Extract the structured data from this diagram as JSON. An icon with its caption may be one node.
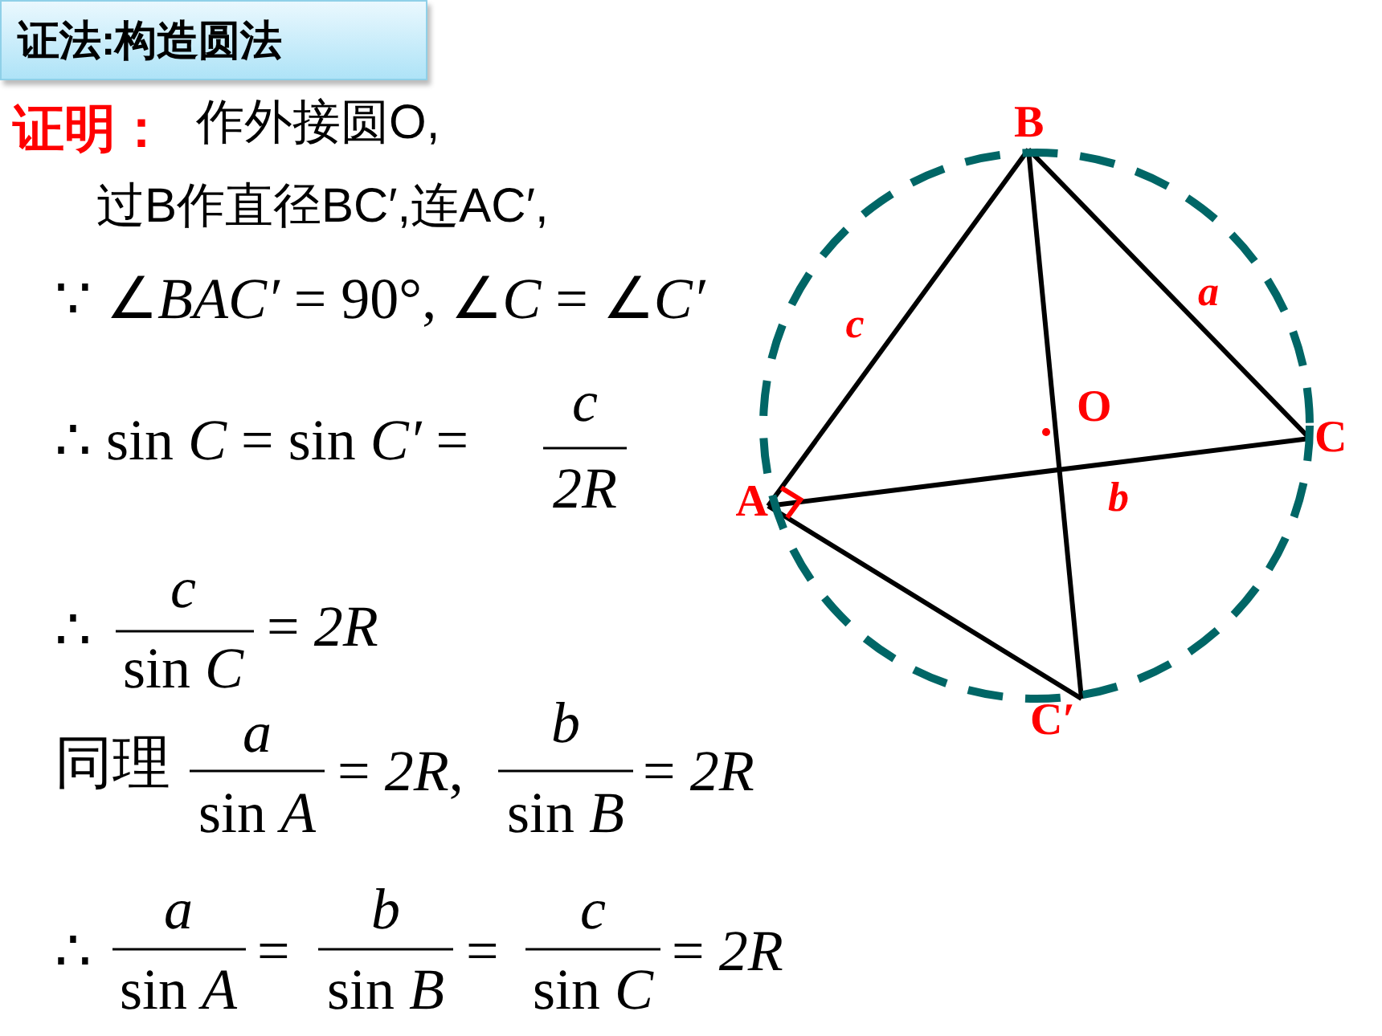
{
  "diagram": {
    "title": "证法:构造圆法",
    "nodes": [
      {
        "text": [],
        "shape": "circle"
      },
      {
        "text": [
          "B"
        ]
      },
      {
        "text": [
          "A"
        ]
      },
      {
        "text": [
          "C"
        ]
      },
      {
        "text": [
          "C′"
        ]
      },
      {
        "text": [
          "O"
        ],
        "in": 0
      }
    ],
    "edges": [
      {
        "from": 1,
        "to": 2,
        "arrow": "none",
        "label": "c"
      },
      {
        "from": 1,
        "to": 3,
        "arrow": "none",
        "label": "a"
      },
      {
        "from": 2,
        "to": 3,
        "arrow": "none",
        "label": "b"
      },
      {
        "from": 1,
        "to": 4,
        "arrow": "none"
      },
      {
        "from": 2,
        "to": 4,
        "arrow": "none"
      }
    ],
    "labels": [
      "证明：",
      "作外接圆O,",
      "过B作直径BC′,连AC′,",
      "∵ ∠*BAC′* = 90°, ∠*C* = ∠*C′*",
      "∴ sin *C* = sin *C′* =",
      "*c*",
      "*2R*",
      "∴",
      "*c*",
      "sin *C*",
      "= *2R*",
      "同理",
      "*a*",
      "sin *A*",
      "= *2R*,",
      "*b*",
      "sin *B*",
      "= *2R*",
      "∴",
      "*a*",
      "sin *A*",
      "=",
      "*b*",
      "sin *B*",
      "=",
      "*c*",
      "sin *C*",
      "= *2R*"
    ]
  }
}
